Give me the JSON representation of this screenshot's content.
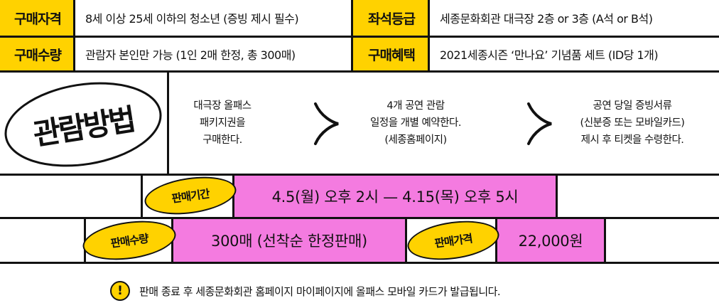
{
  "info": {
    "row1": [
      {
        "label": "구매자격",
        "value": "8세 이상 25세 이하의 청소년 (증빙 제시 필수)"
      },
      {
        "label": "좌석등급",
        "value": "세종문화회관 대극장 2층 or 3층 (A석 or B석)"
      }
    ],
    "row2": [
      {
        "label": "구매수량",
        "value": "관람자 본인만 가능 (1인 2매 한정, 총 300매)"
      },
      {
        "label": "구매혜택",
        "value": "2021세종시즌 ‘만나요’ 기념품 세트 (ID당 1개)"
      }
    ]
  },
  "method": {
    "title": "관람방법",
    "steps": [
      {
        "lines": [
          "대극장 올패스",
          "패키지권을",
          "구매한다."
        ]
      },
      {
        "lines": [
          "4개 공연 관람",
          "일정을 개별 예약한다.",
          "(세종홈페이지)"
        ]
      },
      {
        "lines": [
          "공연 당일 증빙서류",
          "(신분증 또는 모바일카드)",
          "제시 후 티켓을 수령한다."
        ]
      }
    ]
  },
  "sale": {
    "period_label": "판매기간",
    "period_value": "4.5(월) 오후 2시 — 4.15(목) 오후 5시",
    "quantity_label": "판매수량",
    "quantity_value": "300매 (선착순 한정판매)",
    "price_label": "판매가격",
    "price_value": "22,000원"
  },
  "notice": {
    "icon": "exclamation-icon",
    "text": "판매 종료 후 세종문화회관 홈페이지 마이페이지에 올패스 모바일 카드가 발급됩니다."
  },
  "colors": {
    "yellow": "#FFD200",
    "pink": "#F47BE0",
    "line": "#111111"
  }
}
